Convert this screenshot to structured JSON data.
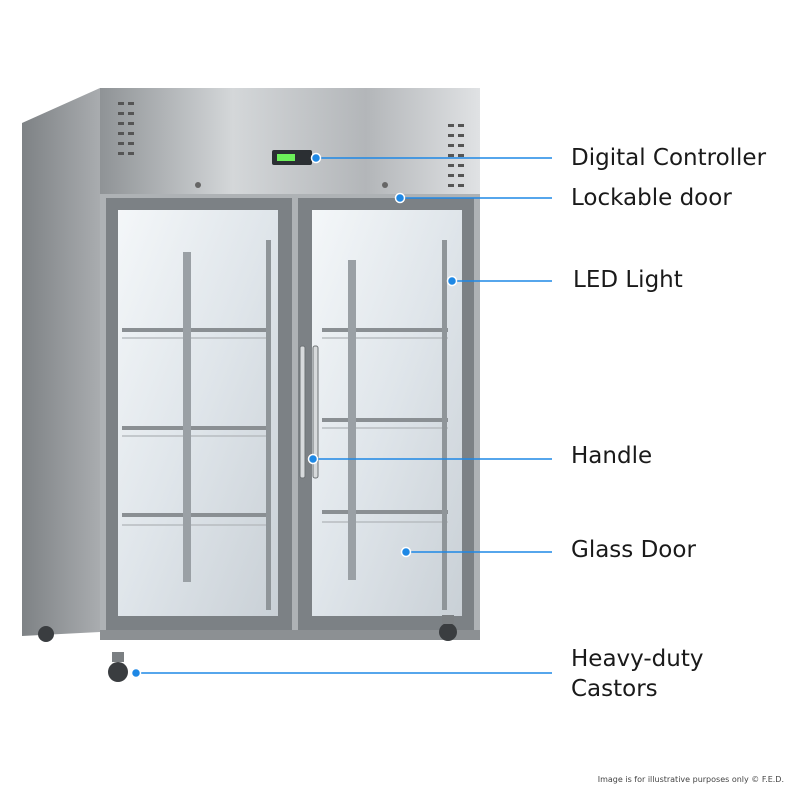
{
  "colors": {
    "accent": "#1e88e5",
    "label_text": "#1a1a1a",
    "steel": "#b9bcbf"
  },
  "callouts": [
    {
      "id": "digital-controller",
      "label": "Digital Controller"
    },
    {
      "id": "lockable-door",
      "label": "Lockable door"
    },
    {
      "id": "led-light",
      "label": "LED Light"
    },
    {
      "id": "handle",
      "label": "Handle"
    },
    {
      "id": "glass-door",
      "label": "Glass Door"
    },
    {
      "id": "castors",
      "label": "Heavy-duty Castors",
      "lines": [
        "Heavy-duty",
        "Castors"
      ]
    }
  ],
  "caption": "Image is for illustrative purposes only  © F.E.D."
}
